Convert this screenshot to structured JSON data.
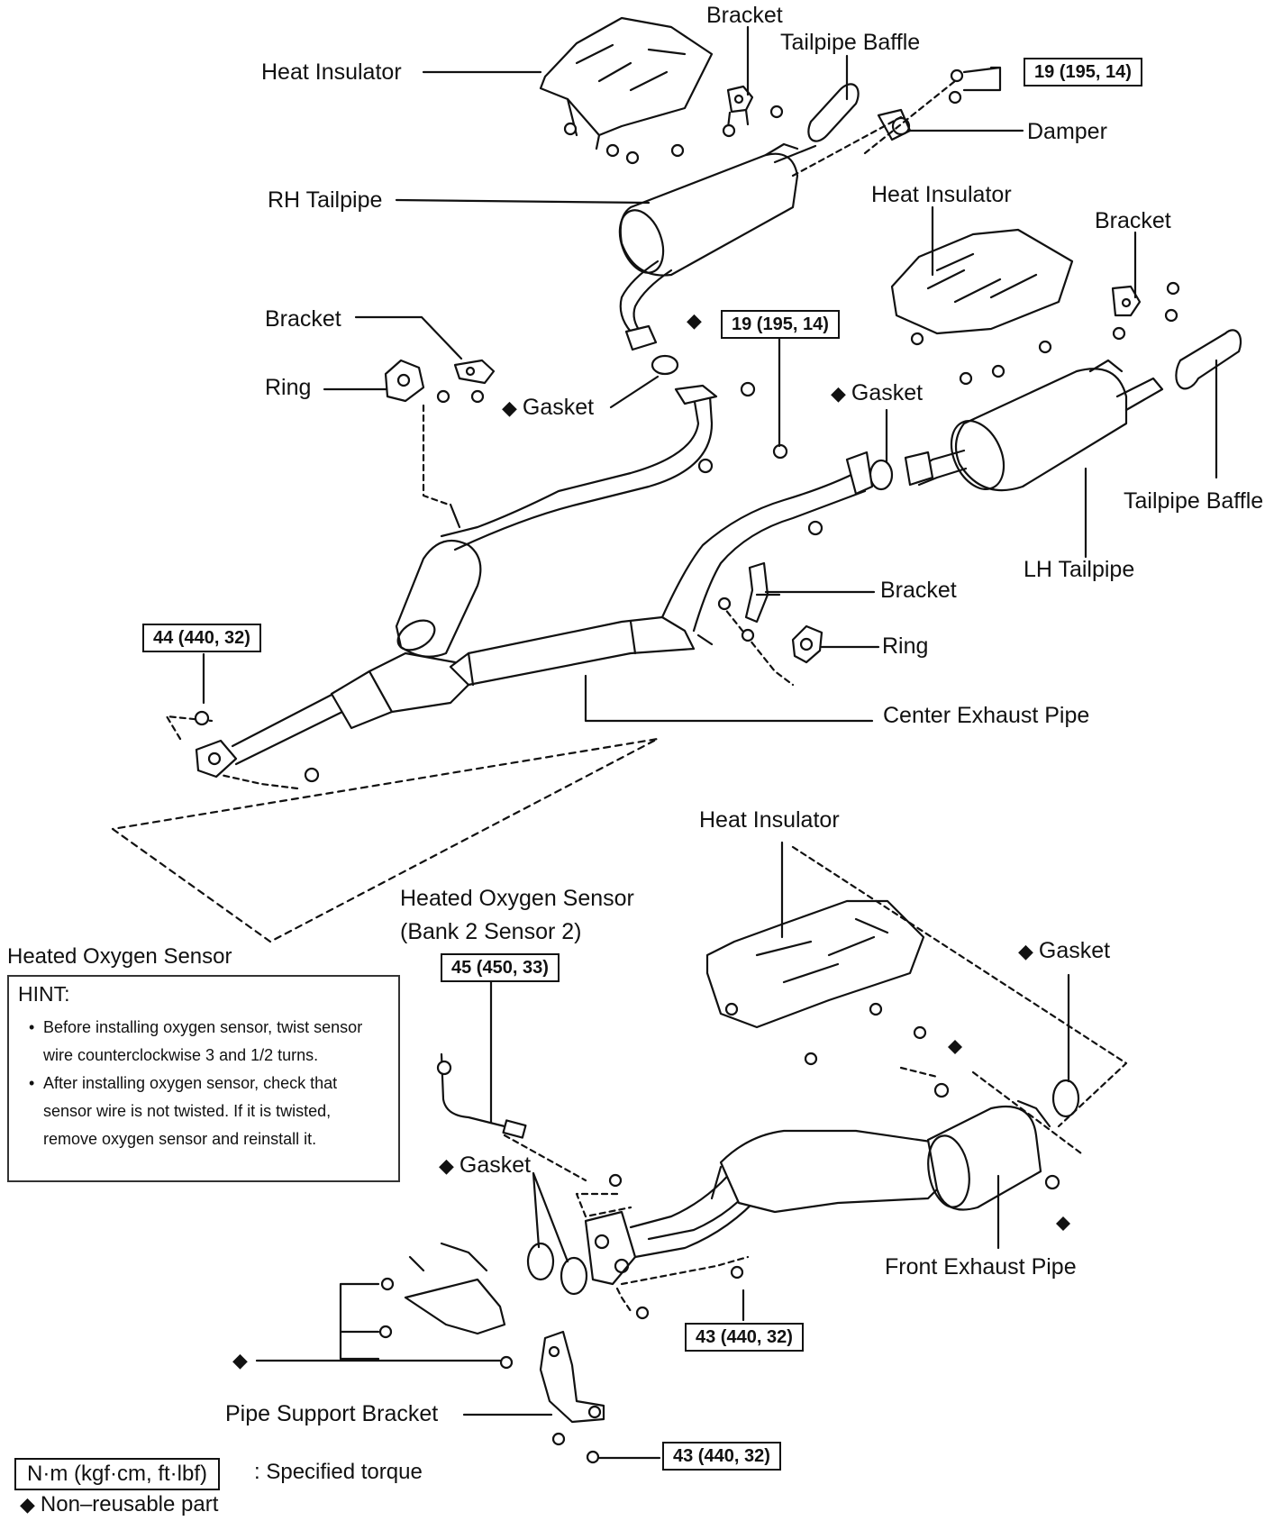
{
  "labels": {
    "heat_insulator_1": "Heat Insulator",
    "bracket_1": "Bracket",
    "tailpipe_baffle_1": "Tailpipe Baffle",
    "damper": "Damper",
    "rh_tailpipe": "RH Tailpipe",
    "heat_insulator_2": "Heat Insulator",
    "bracket_2": "Bracket",
    "bracket_3": "Bracket",
    "ring_1": "Ring",
    "gasket_1": "Gasket",
    "gasket_2": "Gasket",
    "tailpipe_baffle_2": "Tailpipe Baffle",
    "lh_tailpipe": "LH Tailpipe",
    "bracket_4": "Bracket",
    "ring_2": "Ring",
    "center_exhaust_pipe": "Center Exhaust Pipe",
    "heat_insulator_3": "Heat Insulator",
    "heated_oxygen_sensor_b2s2_line1": "Heated Oxygen Sensor",
    "heated_oxygen_sensor_b2s2_line2": "(Bank 2 Sensor 2)",
    "gasket_3": "Gasket",
    "gasket_4": "Gasket",
    "front_exhaust_pipe": "Front Exhaust Pipe",
    "pipe_support_bracket": "Pipe Support Bracket"
  },
  "torques": {
    "t1": "19 (195, 14)",
    "t2": "19 (195, 14)",
    "t3": "44 (440, 32)",
    "t4": "45 (450, 33)",
    "t5": "43 (440, 32)",
    "t6": "43 (440, 32)"
  },
  "hint": {
    "heading": "Heated Oxygen Sensor",
    "title": "HINT:",
    "items": [
      "Before installing oxygen sensor, twist sensor wire counterclockwise 3 and 1/2 turns.",
      "After installing oxygen sensor, check that sensor wire is not twisted. If it is twisted, remove oxygen sensor and reinstall it."
    ]
  },
  "legend": {
    "torque_unit": "N·m (kgf·cm, ft·lbf)",
    "torque_desc": ": Specified torque",
    "nonreusable": "Non–reusable part"
  },
  "symbols": {
    "diamond": "◆"
  },
  "colors": {
    "line": "#111111",
    "paper": "#ffffff"
  }
}
